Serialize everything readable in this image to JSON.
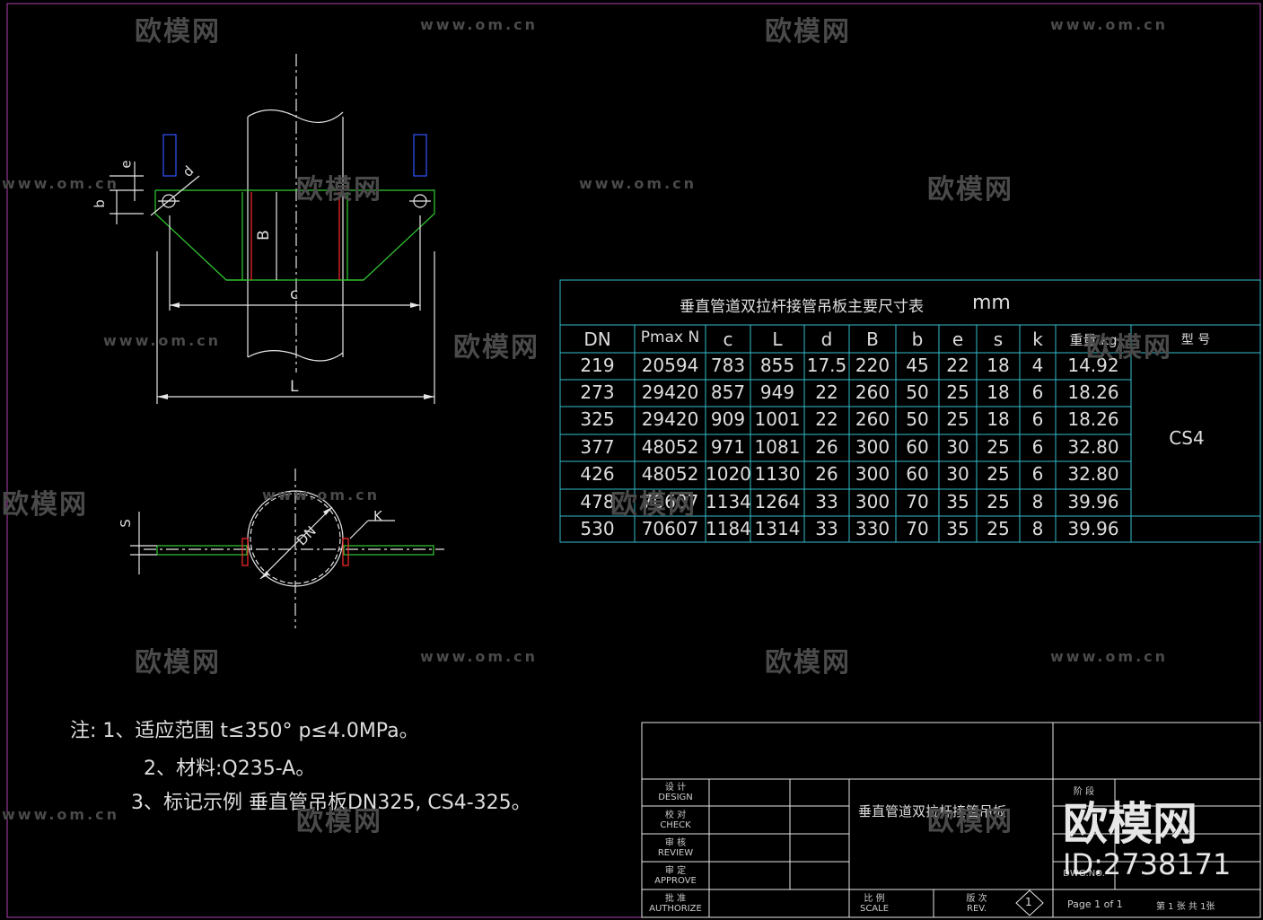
{
  "drawing": {
    "table_title": "垂直管道双拉杆接管吊板主要尺寸表",
    "table_unit": "mm",
    "headers": [
      "DN",
      "Pmax N",
      "c",
      "L",
      "d",
      "B",
      "b",
      "e",
      "s",
      "k",
      "重量 kg",
      "型  号"
    ],
    "rows": [
      [
        "219",
        "20594",
        "783",
        "855",
        "17.5",
        "220",
        "45",
        "22",
        "18",
        "4",
        "14.92"
      ],
      [
        "273",
        "29420",
        "857",
        "949",
        "22",
        "260",
        "50",
        "25",
        "18",
        "6",
        "18.26"
      ],
      [
        "325",
        "29420",
        "909",
        "1001",
        "22",
        "260",
        "50",
        "25",
        "18",
        "6",
        "18.26"
      ],
      [
        "377",
        "48052",
        "971",
        "1081",
        "26",
        "300",
        "60",
        "30",
        "25",
        "6",
        "32.80"
      ],
      [
        "426",
        "48052",
        "1020",
        "1130",
        "26",
        "300",
        "60",
        "30",
        "25",
        "6",
        "32.80"
      ],
      [
        "478",
        "70607",
        "1134",
        "1264",
        "33",
        "300",
        "70",
        "35",
        "25",
        "8",
        "39.96"
      ],
      [
        "530",
        "70607",
        "1184",
        "1314",
        "33",
        "330",
        "70",
        "35",
        "25",
        "8",
        "39.96"
      ]
    ],
    "model": "CS4",
    "dim_labels": {
      "e": "e",
      "d": "d",
      "b": "b",
      "B": "B",
      "c": "c",
      "L": "L",
      "s": "S",
      "dn": "DN",
      "k": "K"
    },
    "notes": [
      "注:  1、适应范围  t≤350°  p≤4.0MPa。",
      "2、材料:Q235-A。",
      "3、标记示例  垂直管吊板DN325, CS4-325。"
    ]
  },
  "title_block": {
    "design_cn": "设  计",
    "design": "DESIGN",
    "check_cn": "校  对",
    "check": "CHECK",
    "review_cn": "审  核",
    "review": "REVIEW",
    "approve_cn": "审  定",
    "approve": "APPROVE",
    "authorize_cn": "批  准",
    "authorize": "AUTHORIZE",
    "drawing_name": "垂直管道双拉杆接管吊板",
    "stage_cn": "阶  段",
    "scale_cn": "比  例",
    "scale": "SCALE",
    "rev_cn": "版  次",
    "rev": "REV.",
    "rev_value": "1",
    "page": "Page  1  of  1",
    "sheet": "第 1 张  共 1张",
    "dwg_no": "DWG.NO."
  },
  "watermark": {
    "logo": "欧模网",
    "url": "www.om.cn",
    "id": "ID:2738171"
  },
  "colors": {
    "green": "#33cc33",
    "red": "#ff2a2a",
    "blue": "#3355ff",
    "white": "#e6e6e6",
    "cyan": "#33bbcc",
    "border": "#b040b0"
  }
}
